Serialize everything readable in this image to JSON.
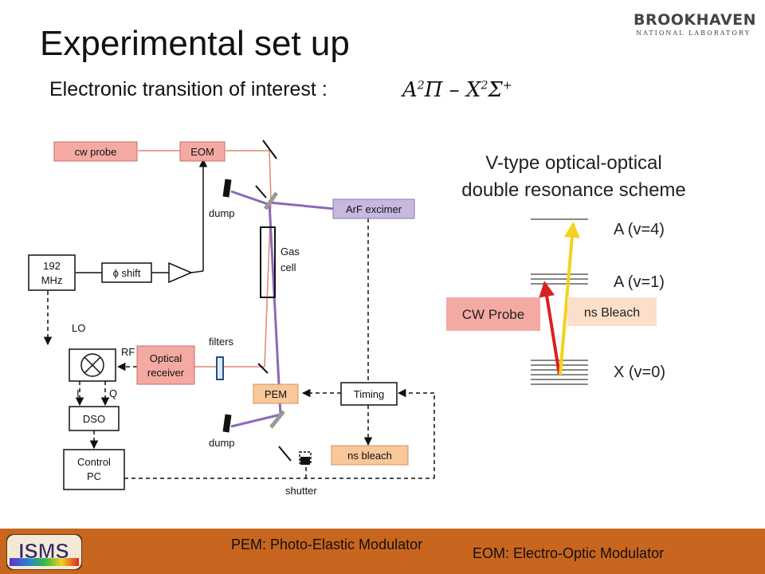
{
  "title": "Experimental set up",
  "subtitle": "Electronic transition of  interest :",
  "formula": {
    "a": "A",
    "pi": "Π",
    "dash": " – ",
    "x": "X",
    "sigma": "Σ",
    "sup2a": "2",
    "sup2b": "2",
    "plus": "+"
  },
  "logo": {
    "main": "BROOKHAVEN",
    "sub": "NATIONAL LABORATORY"
  },
  "setup": {
    "cw_probe": "cw probe",
    "eom": "EOM",
    "arf_excimer": "ArF excimer",
    "dump_top": "dump",
    "dump_bottom": "dump",
    "gas_cell_1": "Gas",
    "gas_cell_2": "cell",
    "mhz_1": "192",
    "mhz_2": "MHz",
    "phase_shift": "ϕ shift",
    "lo": "LO",
    "rf": "RF",
    "i": "I",
    "q": "Q",
    "optical_receiver_1": "Optical",
    "optical_receiver_2": "receiver",
    "filters": "filters",
    "pem": "PEM",
    "timing": "Timing",
    "dso": "DSO",
    "control_pc_1": "Control",
    "control_pc_2": "PC",
    "ns_bleach": "ns bleach",
    "shutter": "shutter"
  },
  "scheme": {
    "title_1": "V-type optical-optical",
    "title_2": "double resonance scheme",
    "level_a4": "A (v=4)",
    "level_a1": "A (v=1)",
    "level_x0": "X (v=0)",
    "cw_probe_label": "CW Probe",
    "ns_bleach_label": "ns Bleach"
  },
  "footer": {
    "pem_def": "PEM: Photo-Elastic Modulator",
    "eom_def": "EOM: Electro-Optic Modulator",
    "logo_text": "ISMS"
  },
  "colors": {
    "probe_box": "#f4aaa3",
    "excimer_box": "#c7b8df",
    "pem_box": "#f8c79a",
    "footer": "#c8651e",
    "probe_arrow": "#d8211e",
    "bleach_arrow": "#f3d21a",
    "uv_beam": "#8a6ab8"
  }
}
